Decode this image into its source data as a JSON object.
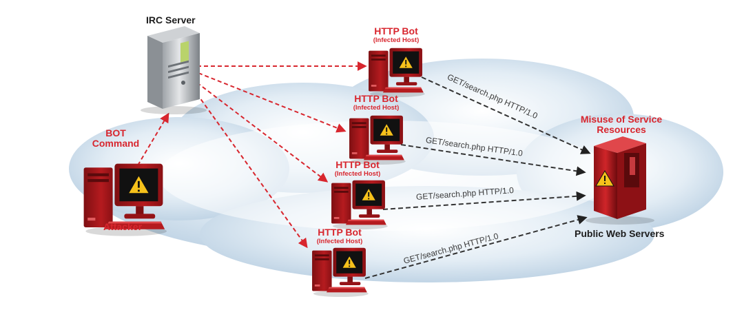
{
  "irc_server": {
    "label": "IRC Server"
  },
  "attacker": {
    "command_line1": "BOT",
    "command_line2": "Command",
    "label": "Attacker"
  },
  "bots": [
    {
      "label": "HTTP Bot",
      "sublabel": "(Infected Host)"
    },
    {
      "label": "HTTP Bot",
      "sublabel": "(Infected Host)"
    },
    {
      "label": "HTTP Bot",
      "sublabel": "(Infected Host)"
    },
    {
      "label": "HTTP Bot",
      "sublabel": "(Infected Host)"
    }
  ],
  "target": {
    "heading_line1": "Misuse of Service",
    "heading_line2": "Resources",
    "label": "Public Web Servers"
  },
  "requests": [
    {
      "text": "GET/search.php HTTP/1.0"
    },
    {
      "text": "GET/search.php HTTP/1.0"
    },
    {
      "text": "GET/search.php HTTP/1.0"
    },
    {
      "text": "GET/search.php HTTP/1.0"
    }
  ],
  "colors": {
    "accent_red": "#d8262e",
    "request_arrow": "#333333",
    "cloud": "#cfe0ee"
  }
}
